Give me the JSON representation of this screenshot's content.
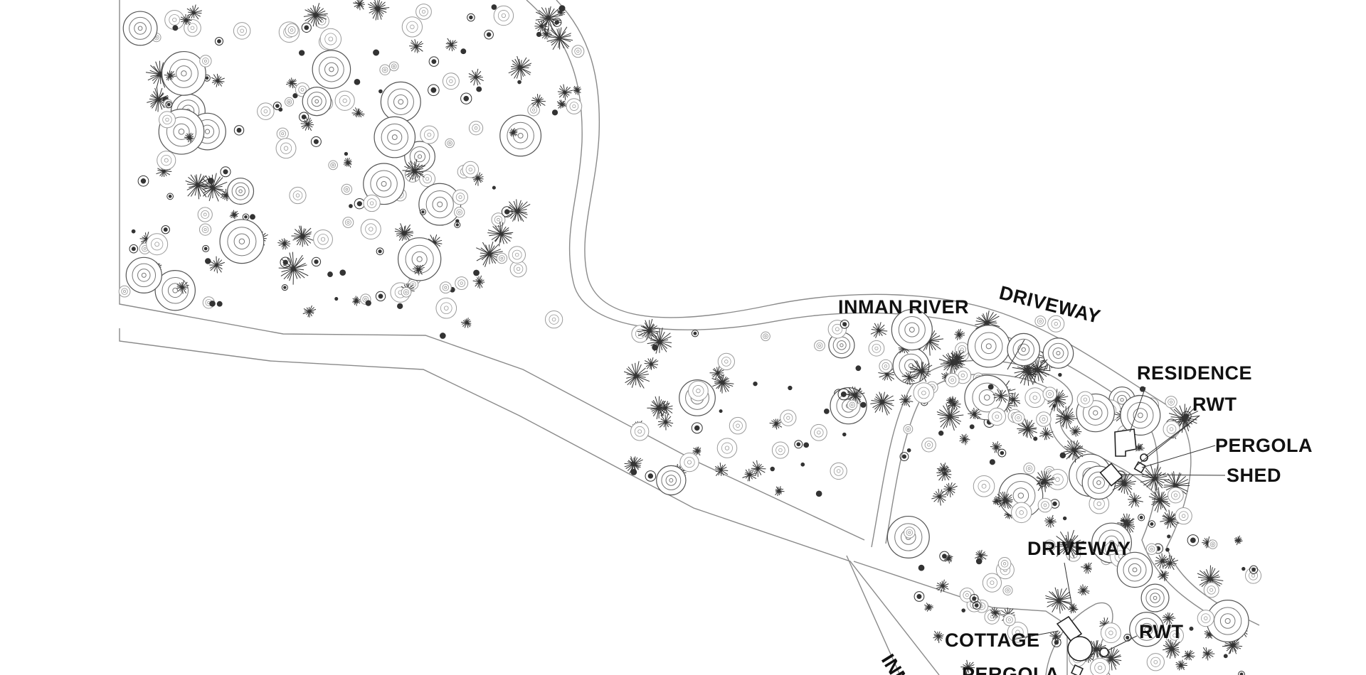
{
  "labels": {
    "inman_river": "INMAN RIVER",
    "driveway_north": "DRIVEWAY",
    "residence": "RESIDENCE",
    "rwt_north": "RWT",
    "pergola_north": "PERGOLA",
    "shed": "SHED",
    "driveway_south": "DRIVEWAY",
    "cottage": "COTTAGE",
    "rwt_south": "RWT",
    "pergola_south": "PERGOLA",
    "inman_partial": "INM"
  },
  "colors": {
    "line": "#8a8a8a",
    "text": "#111111",
    "plant_dark": "#333333",
    "plant_light": "#9a9a9a"
  },
  "icons": [
    "tree-canopy-icon",
    "shrub-icon",
    "grass-tuft-icon",
    "rose-shrub-icon",
    "palm-icon"
  ]
}
